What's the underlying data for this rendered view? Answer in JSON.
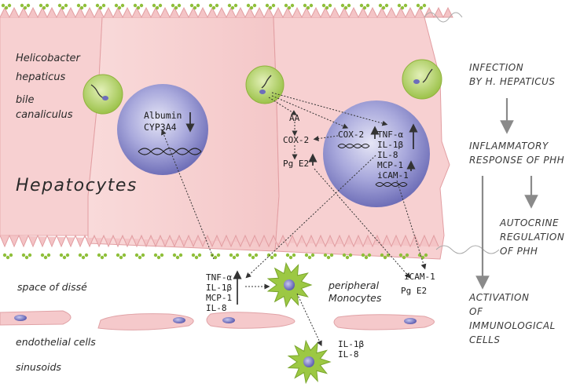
{
  "labels": {
    "helicobacter_line1": "Helicobacter",
    "helicobacter_line2": "hepaticus",
    "bile_line1": "bile",
    "bile_line2": "canaliculus",
    "hepatocytes": "Hepatocytes",
    "space_of_disse": "space of dissé",
    "endothelial_cells": "endothelial cells",
    "sinusoids": "sinusoids",
    "peripheral_line1": "peripheral",
    "peripheral_line2": "Monocytes"
  },
  "nucleus_left": {
    "albumin": "Albumin",
    "cyp3a4": "CYP3A4"
  },
  "cytoplasm": {
    "aa": "AA",
    "cox2": "COX-2",
    "pge2": "Pg E2"
  },
  "nucleus_right": {
    "cox2": "COX-2",
    "tnf": "TNF-α",
    "il1b": "IL-1β",
    "il8": "IL-8",
    "mcp1": "MCP-1",
    "icam1": "iCAM-1"
  },
  "secreted": {
    "tnf": "TNF-α",
    "il1b": "IL-1β",
    "mcp1": "MCP-1",
    "il8": "IL-8",
    "icam1": "iCAM-1",
    "pge2": "Pg E2"
  },
  "activated": {
    "il1b": "IL-1β",
    "il8": "IL-8"
  },
  "steps": {
    "s1_line1": "INFECTION",
    "s1_line2": "BY H. HEPATICUS",
    "s2_line1": "INFLAMMATORY",
    "s2_line2": "RESPONSE OF PHH",
    "s3_line1": "AUTOCRINE",
    "s3_line2": "REGULATION",
    "s3_line3": "OF PHH",
    "s4_line1": "ACTIVATION",
    "s4_line2": "OF",
    "s4_line3": "IMMUNOLOGICAL",
    "s4_line4": "CELLS"
  },
  "colors": {
    "cell_pink": "#f7d3d3",
    "cell_pink_dark": "#f0b9bb",
    "membrane": "#e6a7aa",
    "nucleus": "#8f8fcc",
    "bacteria_vacuole": "#b6d36a",
    "dots": "#8fbf3a",
    "monocyte": "#9cc843",
    "arrow_grey": "#8a8a8a"
  }
}
